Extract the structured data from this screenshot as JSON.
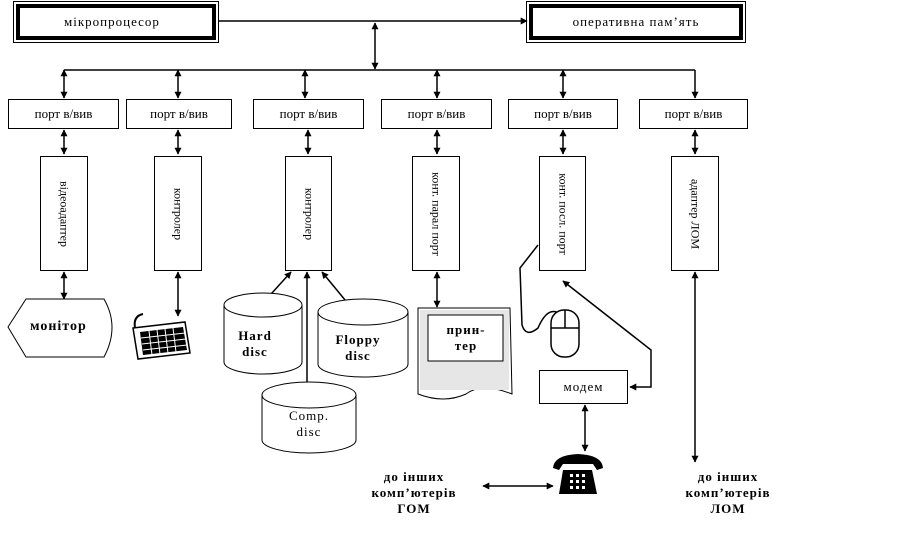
{
  "nodes": {
    "cpu": "мікропроцесор",
    "ram": "оперативна пам’ять",
    "ports": [
      "порт в/вив",
      "порт в/вив",
      "порт в/вив",
      "порт в/вив",
      "порт в/вив",
      "порт в/вив"
    ],
    "videoadapter": "відеоадаптер",
    "controller_1": "контролер",
    "controller_2": "контролер",
    "parallel_port_controller": "конт. парал порт",
    "serial_port_controller": "конт. посл. порт",
    "lan_adapter": "адаптер ЛОМ",
    "monitor": "монітор",
    "hard_disc": [
      "Hard",
      "disc"
    ],
    "floppy_disc": [
      "Floppy",
      "disc"
    ],
    "comp_disc": [
      "Comp.",
      "disc"
    ],
    "printer": [
      "прин-",
      "тер"
    ],
    "modem": "модем",
    "wan_label": [
      "до інших",
      "комп’ютерів",
      "ГОМ"
    ],
    "lan_label": [
      "до інших",
      "комп’ютерів",
      "ЛОМ"
    ]
  }
}
